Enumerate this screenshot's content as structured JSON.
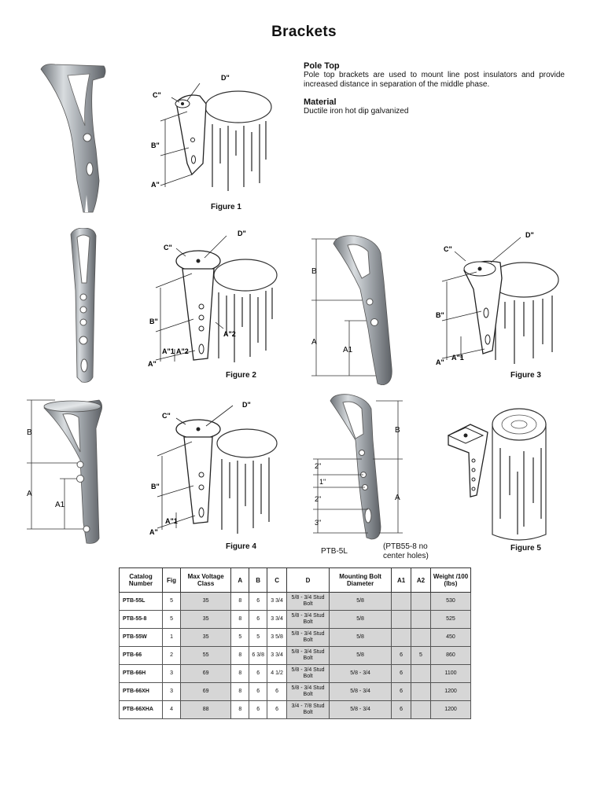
{
  "page": {
    "title": "Brackets"
  },
  "intro": {
    "heading": "Pole Top",
    "text": "Pole top brackets are used to mount line post insulators and provide increased distance in separation of the middle phase.",
    "material_heading": "Material",
    "material_text": "Ductile iron hot dip galvanized"
  },
  "figures": {
    "fig1": "Figure 1",
    "fig2": "Figure 2",
    "fig3": "Figure 3",
    "fig4": "Figure 4",
    "fig5": "Figure 5",
    "ptb5l": "PTB-5L",
    "ptb558_note": "(PTB55-8 no center holes)"
  },
  "dim_labels": {
    "a": "A\"",
    "a1": "A\"1",
    "a2": "A\"2",
    "b": "B\"",
    "c": "C\"",
    "d": "D\"",
    "A": "A",
    "A1": "A1",
    "B": "B",
    "two": "2\"",
    "one": "1\"",
    "three": "3\""
  },
  "table": {
    "headers": [
      "Catalog Number",
      "Fig",
      "Max Voltage Class",
      "A",
      "B",
      "C",
      "D",
      "Mounting Bolt Diameter",
      "A1",
      "A2",
      "Weight /100 (lbs)"
    ],
    "rows": [
      [
        "PTB-55L",
        "5",
        "35",
        "8",
        "6",
        "3 3/4",
        "5/8 - 3/4 Stud Bolt",
        "5/8",
        "",
        "",
        "530"
      ],
      [
        "PTB-55-8",
        "5",
        "35",
        "8",
        "6",
        "3 3/4",
        "5/8 - 3/4 Stud Bolt",
        "5/8",
        "",
        "",
        "525"
      ],
      [
        "PTB-55W",
        "1",
        "35",
        "5",
        "5",
        "3 5/8",
        "5/8 - 3/4 Stud Bolt",
        "5/8",
        "",
        "",
        "450"
      ],
      [
        "PTB-66",
        "2",
        "55",
        "8",
        "6 3/8",
        "3 3/4",
        "5/8 - 3/4 Stud Bolt",
        "5/8",
        "6",
        "5",
        "860"
      ],
      [
        "PTB-66H",
        "3",
        "69",
        "8",
        "6",
        "4 1/2",
        "5/8 - 3/4 Stud Bolt",
        "5/8 - 3/4",
        "6",
        "",
        "1100"
      ],
      [
        "PTB-66XH",
        "3",
        "69",
        "8",
        "6",
        "6",
        "5/8 - 3/4 Stud Bolt",
        "5/8 - 3/4",
        "6",
        "",
        "1200"
      ],
      [
        "PTB-66XHA",
        "4",
        "88",
        "8",
        "6",
        "6",
        "3/4 - 7/8 Stud Bolt",
        "5/8 - 3/4",
        "6",
        "",
        "1200"
      ]
    ]
  }
}
